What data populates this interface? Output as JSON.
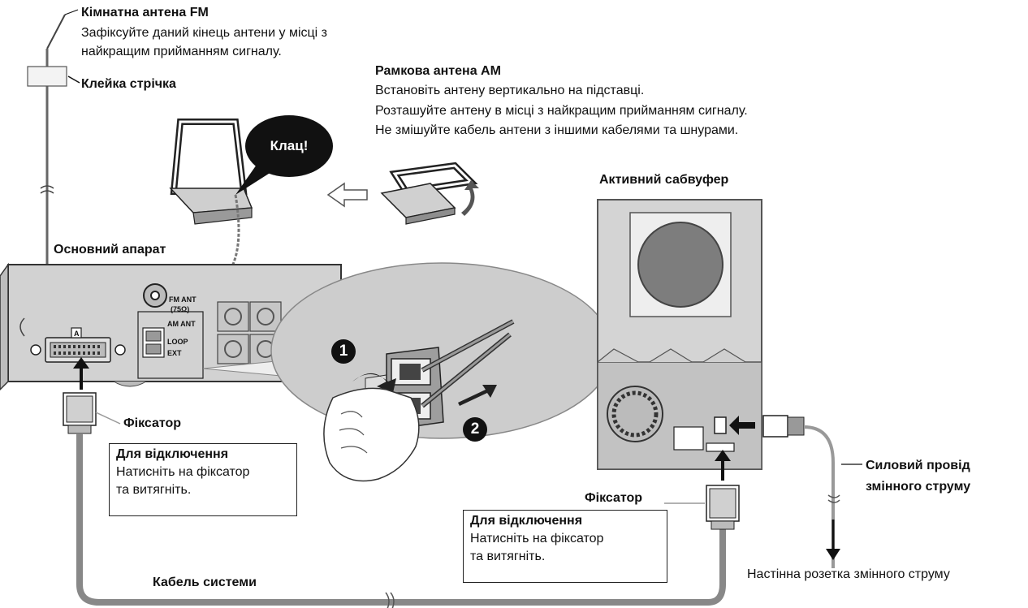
{
  "labels": {
    "fm_antenna_title": "Кімнатна антена FM",
    "fm_antenna_line1": "Зафіксуйте даний кінець антени у місці з",
    "fm_antenna_line2": "найкращим прийманням сигналу.",
    "tape": "Клейка стрічка",
    "am_antenna_title": "Рамкова антена AM",
    "am_antenna_line1": "Встановіть антену вертикально на підставці.",
    "am_antenna_line2": "Розташуйте антену в місці з найкращим прийманням сигналу.",
    "am_antenna_line3": "Не змішуйте кабель антени з іншими кабелями та шнурами.",
    "click": "Клац!",
    "main_unit": "Основний апарат",
    "subwoofer": "Активний сабвуфер",
    "latch_left": "Фіксатор",
    "latch_right": "Фіксатор",
    "power_cord_line1": "Силовий провід",
    "power_cord_line2": "змінного струму",
    "wall_outlet": "Настінна розетка змінного струму",
    "system_cable": "Кабель системи"
  },
  "disconnect_left": {
    "title": "Для відключення",
    "line1": "Натисніть на фіксатор",
    "line2": "та витягніть."
  },
  "disconnect_right": {
    "title": "Для відключення",
    "line1": "Натисніть на фіксатор",
    "line2": "та витягніть."
  },
  "panel": {
    "fm_ant": "FM ANT",
    "ohm": "(75Ω)",
    "am_ant": "AM ANT",
    "loop": "LOOP",
    "ext": "EXT",
    "a": "A"
  },
  "steps": {
    "one": "1",
    "two": "2"
  }
}
